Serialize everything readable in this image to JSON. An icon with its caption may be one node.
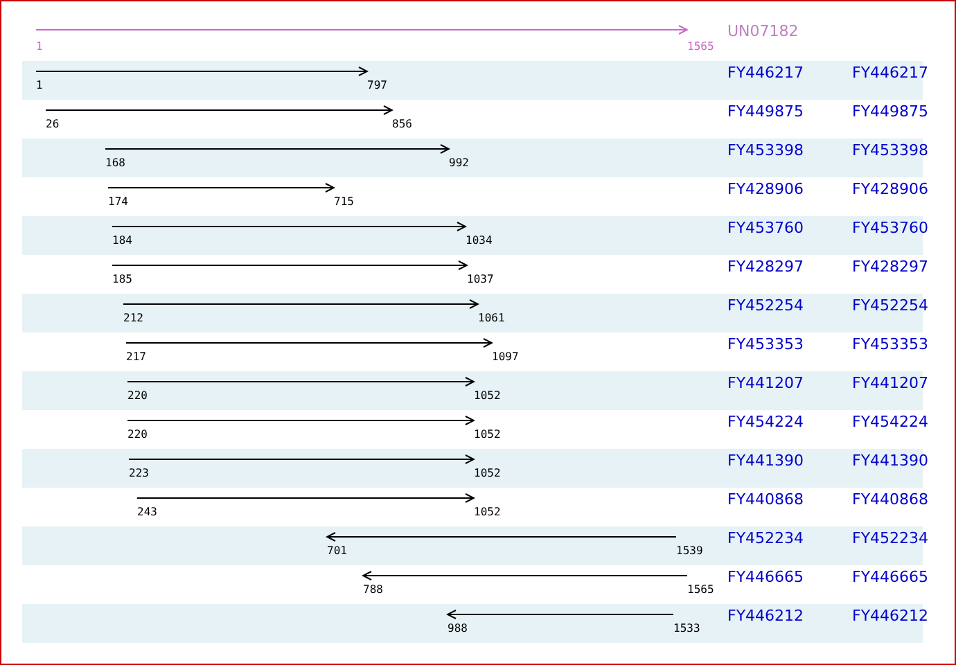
{
  "diagram": {
    "nodes": [
      {
        "text": [
          "1"
        ]
      },
      {
        "text": [
          "1565"
        ]
      },
      {
        "text": [
          "1"
        ]
      },
      {
        "text": [
          "797"
        ]
      },
      {
        "text": [
          "26"
        ]
      },
      {
        "text": [
          "856"
        ]
      },
      {
        "text": [
          "168"
        ]
      },
      {
        "text": [
          "992"
        ]
      },
      {
        "text": [
          "174"
        ]
      },
      {
        "text": [
          "715"
        ]
      },
      {
        "text": [
          "184"
        ]
      },
      {
        "text": [
          "1034"
        ]
      },
      {
        "text": [
          "185"
        ]
      },
      {
        "text": [
          "1037"
        ]
      },
      {
        "text": [
          "212"
        ]
      },
      {
        "text": [
          "1061"
        ]
      },
      {
        "text": [
          "217"
        ]
      },
      {
        "text": [
          "1097"
        ]
      },
      {
        "text": [
          "220"
        ]
      },
      {
        "text": [
          "1052"
        ]
      },
      {
        "text": [
          "220"
        ]
      },
      {
        "text": [
          "1052"
        ]
      },
      {
        "text": [
          "223"
        ]
      },
      {
        "text": [
          "1052"
        ]
      },
      {
        "text": [
          "243"
        ]
      },
      {
        "text": [
          "1052"
        ]
      },
      {
        "text": [
          "701"
        ]
      },
      {
        "text": [
          "1539"
        ]
      },
      {
        "text": [
          "788"
        ]
      },
      {
        "text": [
          "1565"
        ]
      },
      {
        "text": [
          "988"
        ]
      },
      {
        "text": [
          "1533"
        ]
      }
    ],
    "edges": [
      {
        "from": 0,
        "to": 1,
        "arrow": "to",
        "color": "#cc66cc"
      },
      {
        "from": 2,
        "to": 3,
        "arrow": "to"
      },
      {
        "from": 4,
        "to": 5,
        "arrow": "to"
      },
      {
        "from": 6,
        "to": 7,
        "arrow": "to"
      },
      {
        "from": 8,
        "to": 9,
        "arrow": "to"
      },
      {
        "from": 10,
        "to": 11,
        "arrow": "to"
      },
      {
        "from": 12,
        "to": 13,
        "arrow": "to"
      },
      {
        "from": 14,
        "to": 15,
        "arrow": "to"
      },
      {
        "from": 16,
        "to": 17,
        "arrow": "to"
      },
      {
        "from": 18,
        "to": 19,
        "arrow": "to"
      },
      {
        "from": 20,
        "to": 21,
        "arrow": "to"
      },
      {
        "from": 22,
        "to": 23,
        "arrow": "to"
      },
      {
        "from": 24,
        "to": 25,
        "arrow": "to"
      },
      {
        "from": 27,
        "to": 26,
        "arrow": "to"
      },
      {
        "from": 29,
        "to": 28,
        "arrow": "to"
      },
      {
        "from": 31,
        "to": 30,
        "arrow": "to"
      }
    ],
    "labels": [
      "UN07182",
      "FY446217",
      "FY446217",
      "FY449875",
      "FY449875",
      "FY453398",
      "FY453398",
      "FY428906",
      "FY428906",
      "FY453760",
      "FY453760",
      "FY428297",
      "FY428297",
      "FY452254",
      "FY452254",
      "FY453353",
      "FY453353",
      "FY441207",
      "FY441207",
      "FY454224",
      "FY454224",
      "FY441390",
      "FY441390",
      "FY440868",
      "FY440868",
      "FY452234",
      "FY452234",
      "FY446665",
      "FY446665",
      "FY446212",
      "FY446212"
    ]
  }
}
